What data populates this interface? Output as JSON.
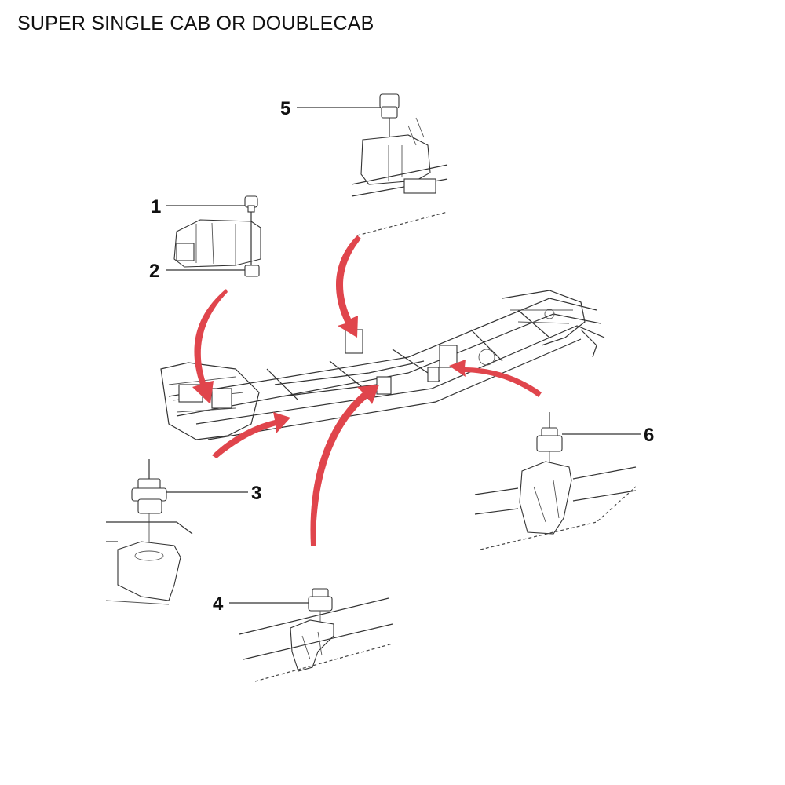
{
  "title": "SUPER SINGLE CAB OR DOUBLECAB",
  "callouts": {
    "c1": "1",
    "c2": "2",
    "c3": "3",
    "c4": "4",
    "c5": "5",
    "c6": "6"
  },
  "colors": {
    "arrow": "#e0454c",
    "line": "#333333"
  }
}
